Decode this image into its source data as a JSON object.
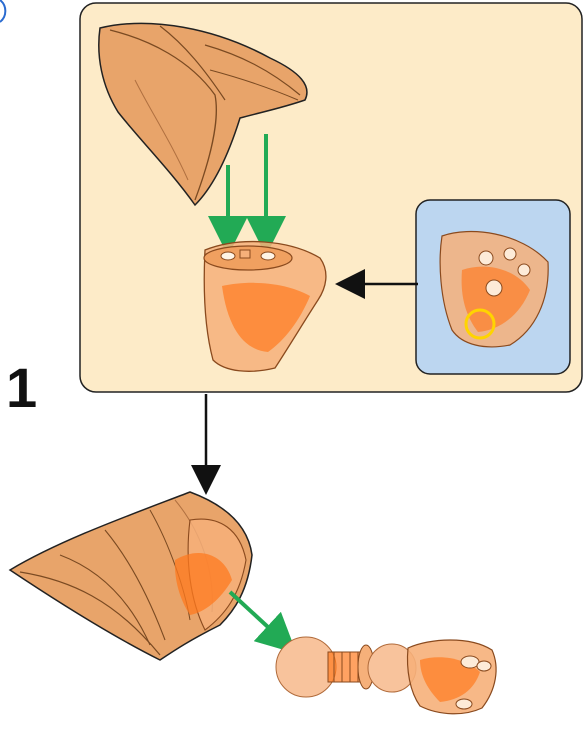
{
  "step": {
    "number": "1"
  },
  "colors": {
    "panel_fill": "#fdebc8",
    "panel_stroke": "#222222",
    "detail_fill": "#bcd6f0",
    "part_fill": "#e8a46a",
    "part_translucent": "#f6b07a",
    "part_inner": "#ff7a1f",
    "arrow_green": "#22aa55",
    "arrow_black": "#111111",
    "highlight_circle": "#ffd400"
  },
  "icons": [
    "green-arrow",
    "black-arrow",
    "highlight-circle"
  ]
}
